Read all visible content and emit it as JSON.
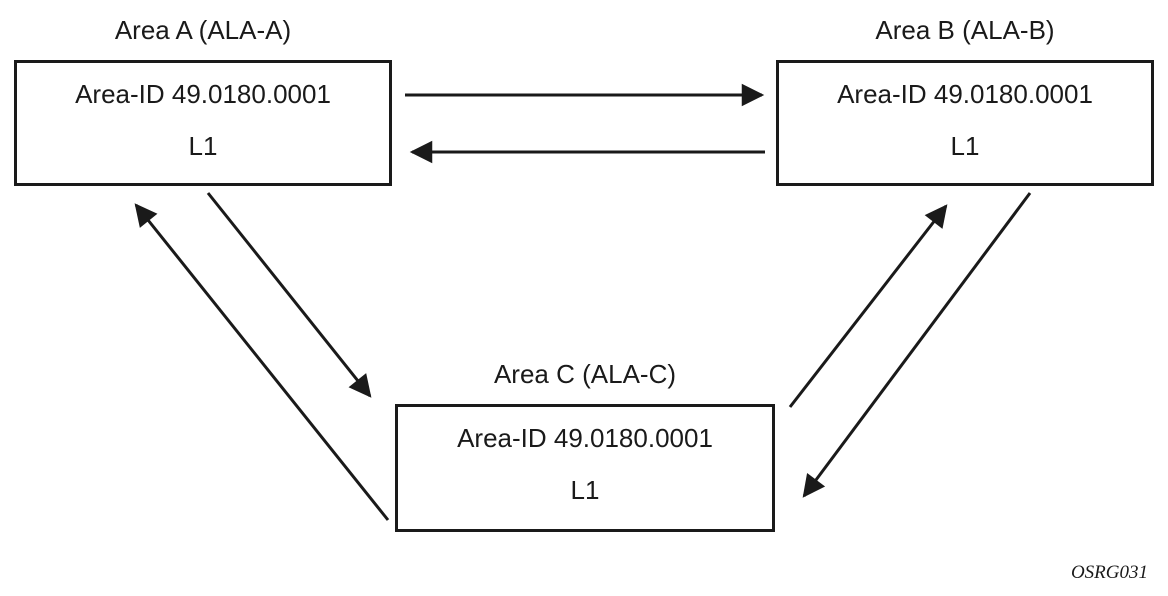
{
  "diagram": {
    "nodes": [
      {
        "id": "area-a",
        "title": "Area A (ALA-A)",
        "line1": "Area-ID 49.0180.0001",
        "line2": "L1"
      },
      {
        "id": "area-b",
        "title": "Area B (ALA-B)",
        "line1": "Area-ID 49.0180.0001",
        "line2": "L1"
      },
      {
        "id": "area-c",
        "title": "Area C (ALA-C)",
        "line1": "Area-ID 49.0180.0001",
        "line2": "L1"
      }
    ],
    "connections": [
      {
        "from": "Area A",
        "to": "Area B"
      },
      {
        "from": "Area B",
        "to": "Area A"
      },
      {
        "from": "Area A",
        "to": "Area C"
      },
      {
        "from": "Area C",
        "to": "Area A"
      },
      {
        "from": "Area C",
        "to": "Area B"
      },
      {
        "from": "Area B",
        "to": "Area C"
      }
    ],
    "figure_label": "OSRG031",
    "colors": {
      "line": "#1a1a1a",
      "text": "#1a1a1a",
      "background": "#ffffff"
    }
  }
}
